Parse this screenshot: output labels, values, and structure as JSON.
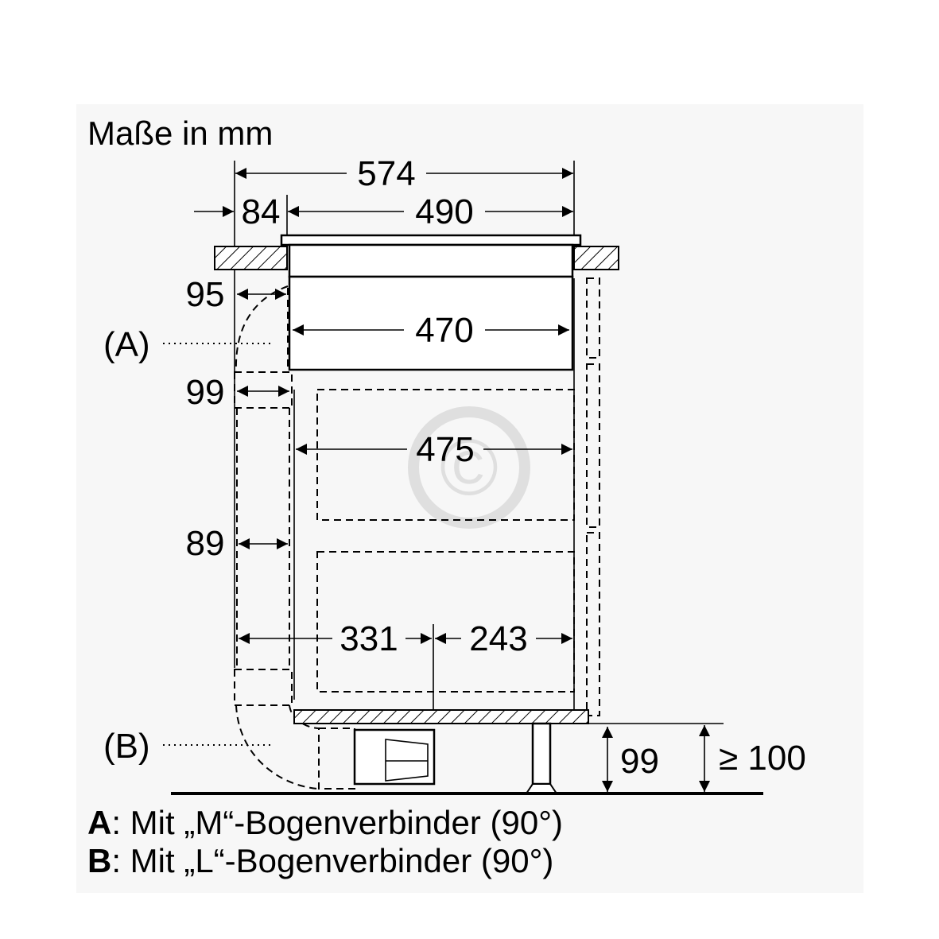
{
  "title": "Maße in mm",
  "dimensions": {
    "total_width": "574",
    "offset": "84",
    "hob_width": "490",
    "top_gap": "95",
    "inner_width": "470",
    "bend_gap": "99",
    "cabinet_width": "475",
    "duct_gap": "89",
    "left_part": "331",
    "right_part": "243",
    "plinth_height": "99",
    "min_clearance": "≥ 100"
  },
  "callouts": {
    "a": "(A)",
    "b": "(B)"
  },
  "legend": [
    {
      "key": "A",
      "text": ": Mit „M“-Bogenverbinder (90°)"
    },
    {
      "key": "B",
      "text": ": Mit „L“-Bogenverbinder (90°)"
    }
  ],
  "watermark": "©"
}
